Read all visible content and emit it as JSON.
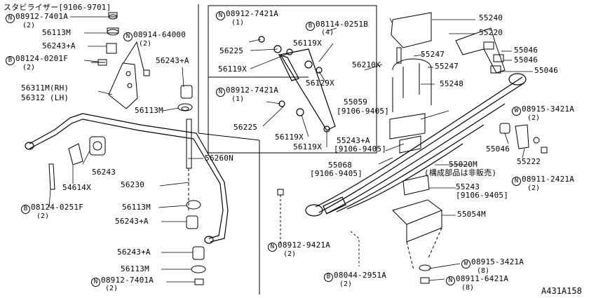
{
  "figure_ref": "A431A158",
  "labels": [
    {
      "id": "l1",
      "prefix": "",
      "text": "スタビライザー[9106-9701]"
    },
    {
      "id": "l2",
      "prefix": "N",
      "text": "08912-7401A",
      "qty": "(2)"
    },
    {
      "id": "l3",
      "prefix": "",
      "text": "56113M"
    },
    {
      "id": "l4",
      "prefix": "N",
      "text": "08914-64000",
      "qty": "(2)"
    },
    {
      "id": "l5",
      "prefix": "",
      "text": "56243+A"
    },
    {
      "id": "l6",
      "prefix": "B",
      "text": "08124-0201F",
      "qty": "(2)"
    },
    {
      "id": "l7",
      "prefix": "",
      "text": "56243+A"
    },
    {
      "id": "l8",
      "prefix": "",
      "text": "56311M(RH)"
    },
    {
      "id": "l9",
      "prefix": "",
      "text": "56312 (LH)"
    },
    {
      "id": "l10",
      "prefix": "",
      "text": "56113M"
    },
    {
      "id": "l11",
      "prefix": "",
      "text": "56243"
    },
    {
      "id": "l12",
      "prefix": "",
      "text": "54614X"
    },
    {
      "id": "l13",
      "prefix": "",
      "text": "56230"
    },
    {
      "id": "l14",
      "prefix": "",
      "text": "56260N"
    },
    {
      "id": "l15",
      "prefix": "B",
      "text": "08124-0251F",
      "qty": "(2)"
    },
    {
      "id": "l16",
      "prefix": "",
      "text": "56113M"
    },
    {
      "id": "l17",
      "prefix": "",
      "text": "56243+A"
    },
    {
      "id": "l18",
      "prefix": "",
      "text": "56243+A"
    },
    {
      "id": "l19",
      "prefix": "",
      "text": "56113M"
    },
    {
      "id": "l20",
      "prefix": "N",
      "text": "08912-7401A",
      "qty": "(2)"
    },
    {
      "id": "l21",
      "prefix": "N",
      "text": "08912-7421A",
      "qty": "(1)"
    },
    {
      "id": "l22",
      "prefix": "B",
      "text": "08114-0251B",
      "qty": "(4)"
    },
    {
      "id": "l23",
      "prefix": "",
      "text": "56225"
    },
    {
      "id": "l24",
      "prefix": "",
      "text": "56119X"
    },
    {
      "id": "l25",
      "prefix": "",
      "text": "56119X"
    },
    {
      "id": "l26",
      "prefix": "",
      "text": "56210K"
    },
    {
      "id": "l27",
      "prefix": "",
      "text": "56129X"
    },
    {
      "id": "l28",
      "prefix": "N",
      "text": "08912-7421A",
      "qty": "(1)"
    },
    {
      "id": "l29",
      "prefix": "",
      "text": "56225"
    },
    {
      "id": "l30",
      "prefix": "",
      "text": "56119X"
    },
    {
      "id": "l31",
      "prefix": "",
      "text": "56119X"
    },
    {
      "id": "l32",
      "prefix": "",
      "text": "55240"
    },
    {
      "id": "l33",
      "prefix": "",
      "text": "55220"
    },
    {
      "id": "l34",
      "prefix": "",
      "text": "55247"
    },
    {
      "id": "l35",
      "prefix": "",
      "text": "55046"
    },
    {
      "id": "l36",
      "prefix": "",
      "text": "55247"
    },
    {
      "id": "l37",
      "prefix": "",
      "text": "55046"
    },
    {
      "id": "l38",
      "prefix": "",
      "text": "55046"
    },
    {
      "id": "l39",
      "prefix": "",
      "text": "55248"
    },
    {
      "id": "l40",
      "prefix": "",
      "text": "55059",
      "note": "[9106-9405]"
    },
    {
      "id": "l41",
      "prefix": "W",
      "text": "08915-3421A",
      "qty": "(2)"
    },
    {
      "id": "l42",
      "prefix": "",
      "text": "55243+A",
      "note": "[9106-9405]"
    },
    {
      "id": "l43",
      "prefix": "",
      "text": "55046"
    },
    {
      "id": "l44",
      "prefix": "",
      "text": "55222"
    },
    {
      "id": "l45",
      "prefix": "",
      "text": "55068",
      "note": "[9106-9405]"
    },
    {
      "id": "l46",
      "prefix": "",
      "text": "55020M",
      "note": "(構成部品は非販売)"
    },
    {
      "id": "l47",
      "prefix": "N",
      "text": "08911-2421A",
      "qty": "(2)"
    },
    {
      "id": "l48",
      "prefix": "",
      "text": "55243",
      "note": "[9106-9405]"
    },
    {
      "id": "l49",
      "prefix": "",
      "text": "55054M"
    },
    {
      "id": "l50",
      "prefix": "N",
      "text": "08912-9421A",
      "qty": "(2)"
    },
    {
      "id": "l51",
      "prefix": "W",
      "text": "08915-3421A",
      "qty": "(8)"
    },
    {
      "id": "l52",
      "prefix": "B",
      "text": "08044-2951A",
      "qty": "(2)"
    },
    {
      "id": "l53",
      "prefix": "N",
      "text": "08911-6421A",
      "qty": "(8)"
    }
  ]
}
